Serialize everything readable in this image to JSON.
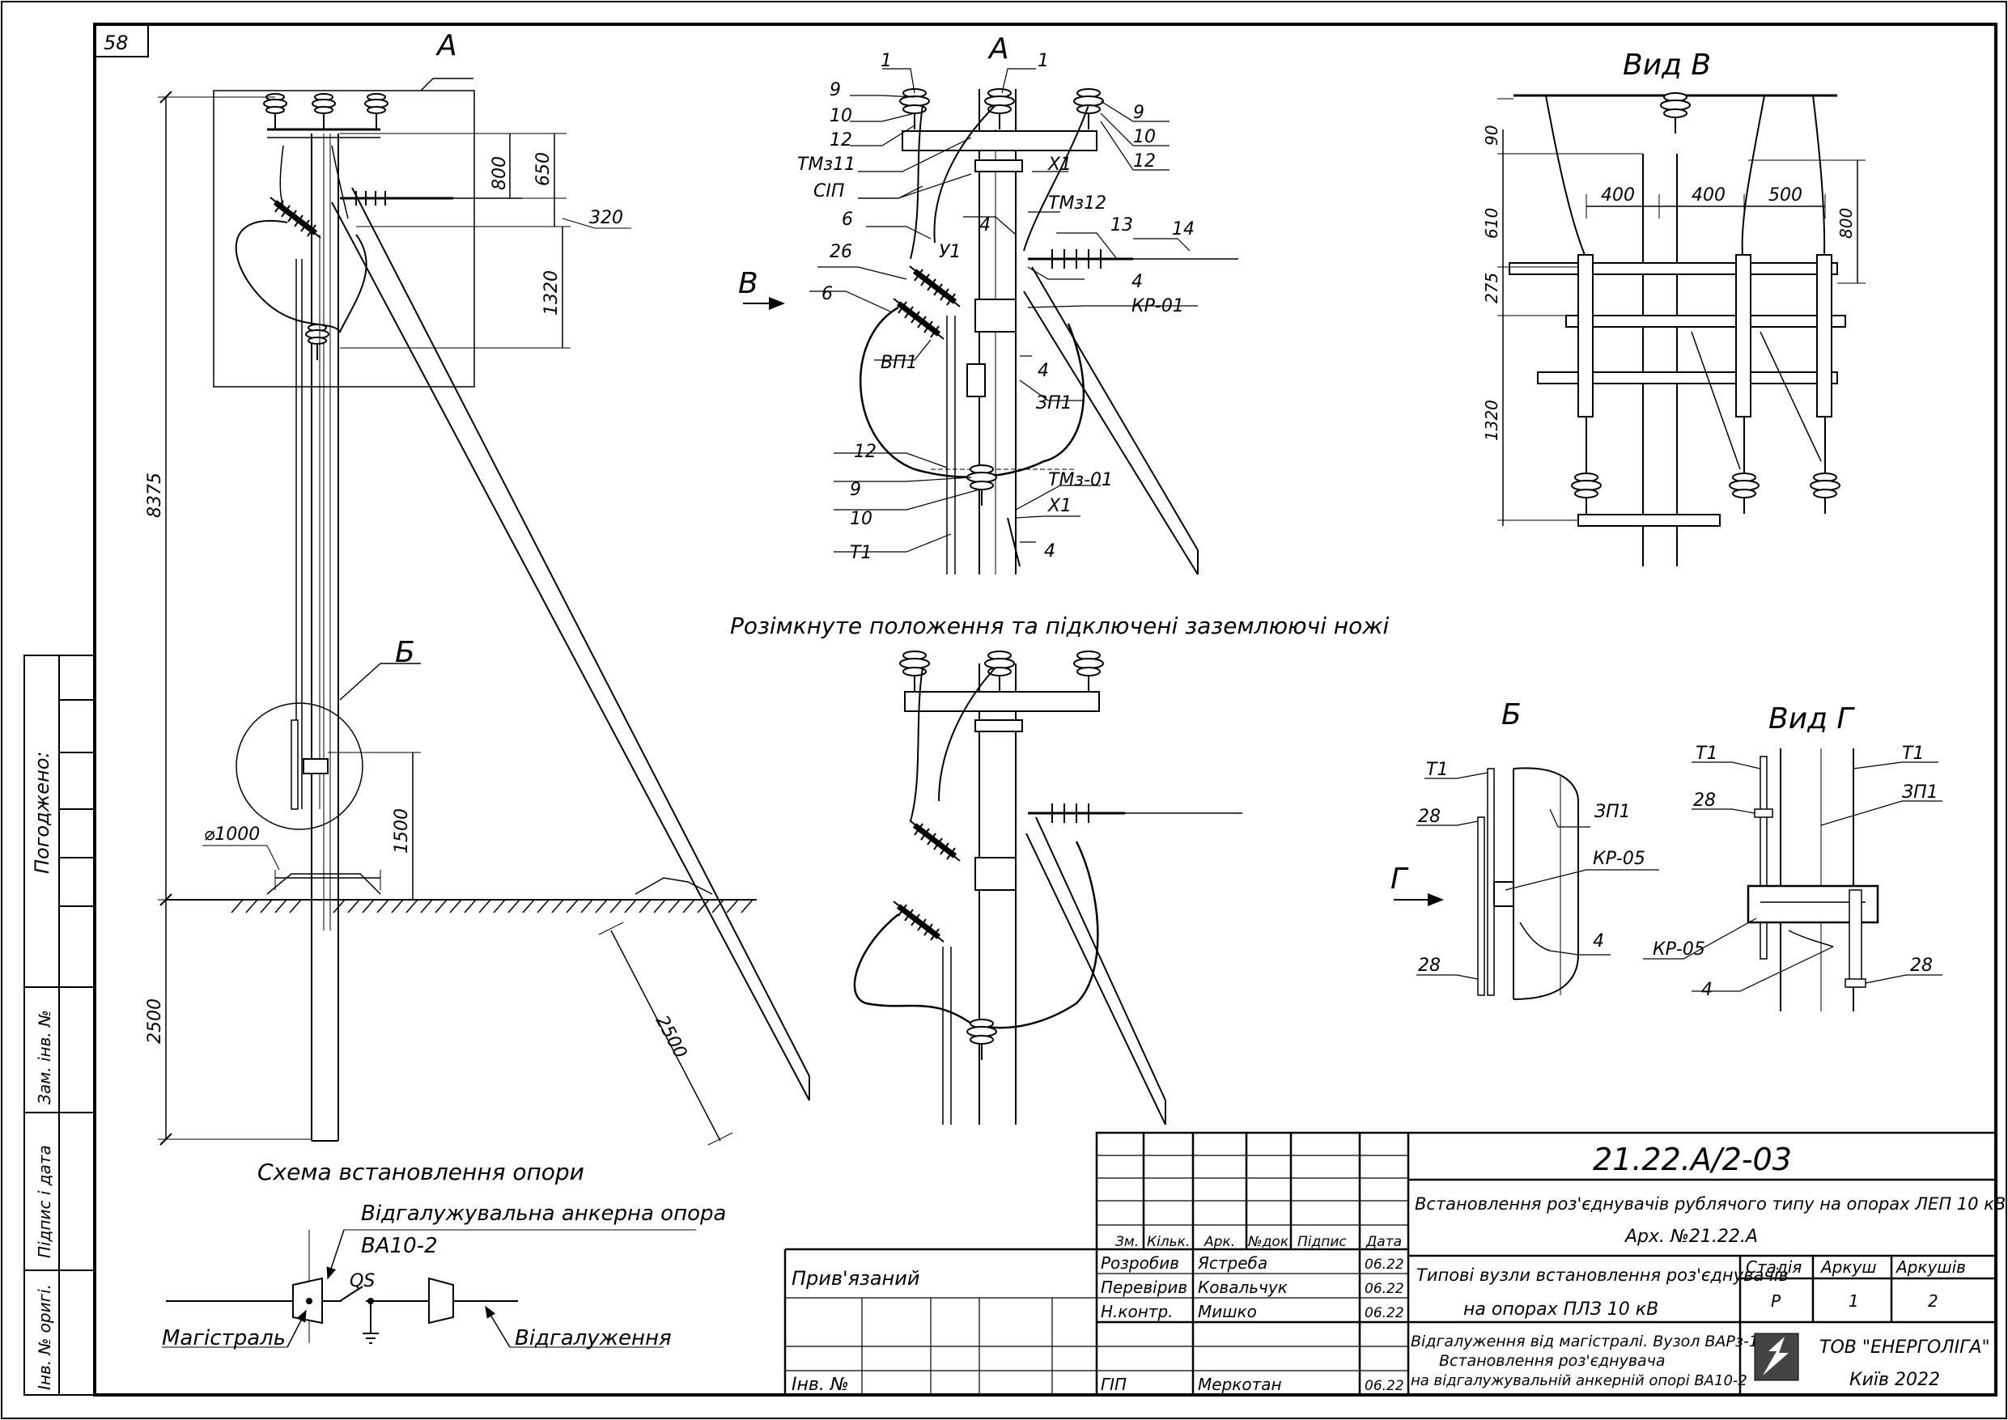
{
  "sheet_no": "58",
  "views": {
    "view_a_left": "А",
    "view_a_top": "А",
    "view_b_title": "Вид В",
    "detail_b": "Б",
    "detail_b_callout": "Б",
    "view_g_title": "Вид Г",
    "arrow_v": "В",
    "arrow_g": "Г",
    "open_position_caption": "Розімкнуте положення та підключені заземлюючі ножі",
    "scheme_caption": "Схема встановлення опори"
  },
  "dims_left": {
    "d8375": "8375",
    "d2500v": "2500",
    "d2500s": "2500",
    "d800": "800",
    "d650": "650",
    "d320": "320",
    "d1320": "1320",
    "d1500": "1500",
    "dia1000": "⌀1000"
  },
  "dims_view_b": {
    "d90": "90",
    "d610": "610",
    "d275": "275",
    "d1320": "1320",
    "d400a": "400",
    "d400b": "400",
    "d500": "500",
    "d800": "800"
  },
  "labels_a": {
    "l1a": "1",
    "l1b": "1",
    "l9a": "9",
    "l10a": "10",
    "l12a": "12",
    "l9b": "9",
    "l10b": "10",
    "l12b": "12",
    "tmz11": "ТМз11",
    "x1a": "Х1",
    "sip": "СІП",
    "l6a": "6",
    "l4a": "4",
    "tmz12": "ТМз12",
    "l13": "13",
    "l14": "14",
    "u1": "У1",
    "l26": "26",
    "l4b": "4",
    "kr01": "КР-01",
    "l6b": "6",
    "vp1": "ВП1",
    "l4c": "4",
    "zp1": "ЗП1",
    "l12c": "12",
    "l9c": "9",
    "tmz01": "ТМз-01",
    "l10c": "10",
    "x1b": "Х1",
    "t1": "Т1",
    "l4d": "4"
  },
  "labels_b": {
    "t1": "Т1",
    "l28a": "28",
    "zp1": "ЗП1",
    "kr05": "КР-05",
    "l4": "4",
    "l28b": "28"
  },
  "labels_g": {
    "t1a": "Т1",
    "t1b": "Т1",
    "zp1": "ЗП1",
    "l28a": "28",
    "kr05": "КР-05",
    "l4": "4",
    "l28b": "28"
  },
  "scheme": {
    "support_type": "Відгалужувальна анкерна опора",
    "support_code": "ВА10-2",
    "qs": "QS",
    "main_line": "Магістраль",
    "branch": "Відгалуження"
  },
  "side_stamp": {
    "agreed": "Погоджено:",
    "replace_inv": "Зам. інв. №",
    "sign_date": "Підпис і дата",
    "orig_inv": "Інв. № оригі."
  },
  "title_block": {
    "doc_code": "21.22.А/2-03",
    "doc_title": "Встановлення роз'єднувачів рублячого типу на опорах ЛЕП 10 кВ",
    "archive_no": "Арх. №21.22.А",
    "headers": [
      "Зм.",
      "Кільк.",
      "Арк.",
      "№док.",
      "Підпис",
      "Дата"
    ],
    "bound": "Прив'язаний",
    "inv_no": "Інв. №",
    "rows": [
      {
        "role": "Розробив",
        "name": "Ястреба",
        "date": "06.22"
      },
      {
        "role": "Перевірив",
        "name": "Ковальчук",
        "date": "06.22"
      },
      {
        "role": "Н.контр.",
        "name": "Мишко",
        "date": "06.22"
      },
      {
        "role": "ГІП",
        "name": "Меркотан",
        "date": "06.22"
      }
    ],
    "section_line1": "Типові вузли встановлення роз'єднувачів",
    "section_line2": "на опорах ПЛЗ 10 кВ",
    "stage_h": "Стадія",
    "sheet_h": "Аркуш",
    "sheets_h": "Аркушів",
    "stage": "Р",
    "sheet": "1",
    "sheets": "2",
    "node_line1": "Відгалуження від магістралі. Вузол ВАРз-1.",
    "node_line2": "Встановлення роз'єднувача",
    "node_line3": "на відгалужувальній анкерній опорі ВА10-2",
    "company": "ТОВ \"ЕНЕРГОЛІГА\"",
    "city": "Київ 2022"
  }
}
